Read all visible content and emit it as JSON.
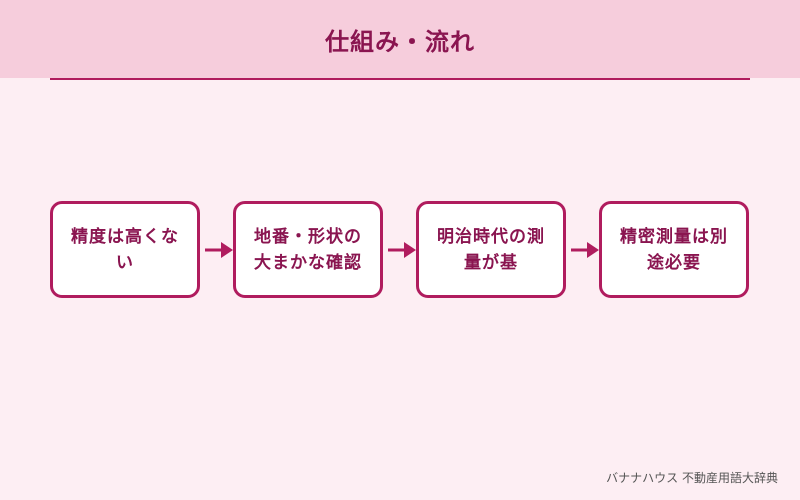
{
  "header": {
    "title": "仕組み・流れ"
  },
  "steps": [
    {
      "label": "精度は高くない"
    },
    {
      "label": "地番・形状の大まかな確認"
    },
    {
      "label": "明治時代の測量が基"
    },
    {
      "label": "精密測量は別途必要"
    }
  ],
  "footer": {
    "credit": "バナナハウス 不動産用語大辞典"
  },
  "colors": {
    "accent": "#b01c5e",
    "title": "#8a1550",
    "header_bg": "#f6cddc",
    "page_bg": "#fdeef3"
  },
  "icons": {
    "connector": "arrow-right-icon"
  }
}
